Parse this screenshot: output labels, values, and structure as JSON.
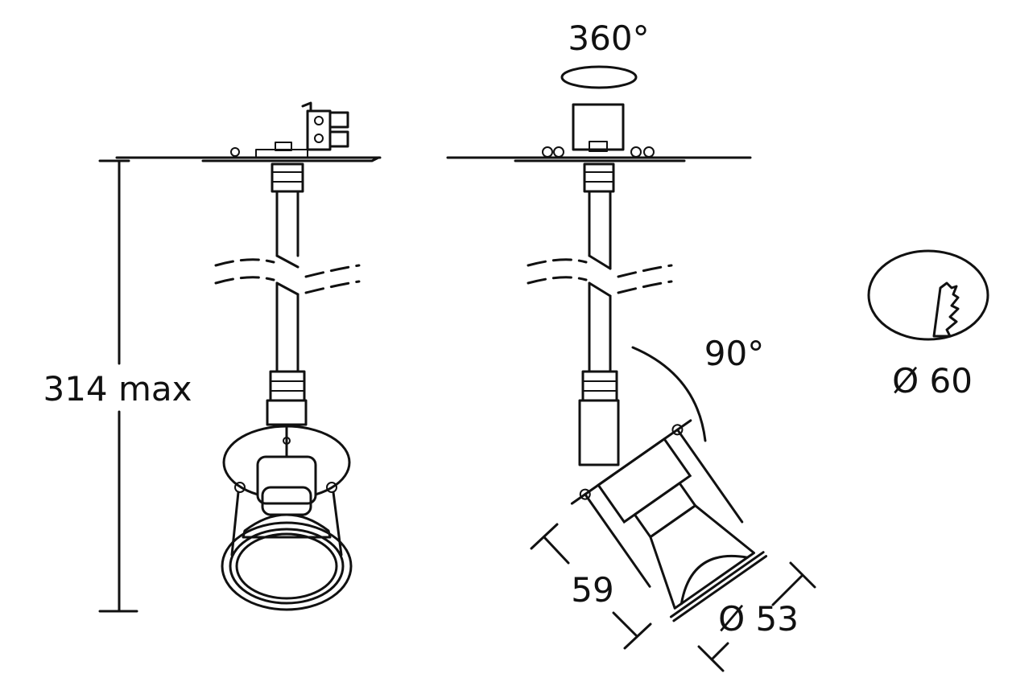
{
  "labels": {
    "height": "314 max",
    "rotation": "360°",
    "tilt": "90°",
    "depth": "59",
    "lamp_diameter": "Ø 53",
    "cutout_diameter": "Ø 60"
  }
}
